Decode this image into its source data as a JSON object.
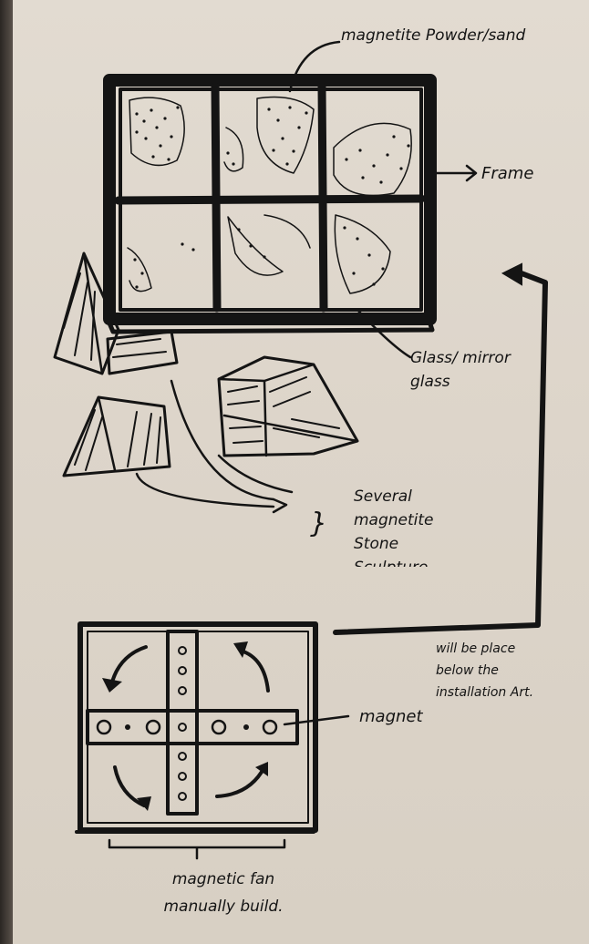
{
  "annotations": {
    "powder": "magnetite Powder/sand",
    "frame": "Frame",
    "glass": "Glass/ mirror glass",
    "sculpture": "Several magnetite Stone Sculpture",
    "placement": "will be place below the installation Art.",
    "magnet": "magnet",
    "fan": "magnetic fan manually build."
  },
  "colors": {
    "ink": "#141414",
    "paper": "#e0d8cd",
    "background": "#3b3632"
  }
}
